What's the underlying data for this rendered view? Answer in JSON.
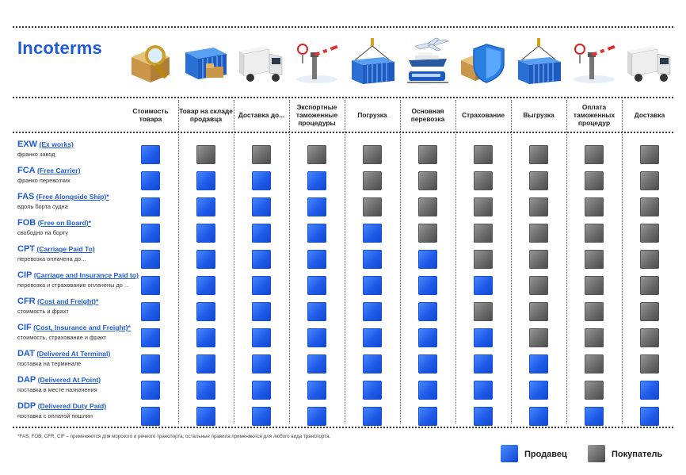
{
  "title": "Incoterms",
  "icons": [
    "box-magnifier-icon",
    "warehouse-pallets-icon",
    "truck-icon",
    "customs-barrier-icon",
    "container-lift-icon",
    "plane-ship-train-icon",
    "box-shield-icon",
    "container-lift-icon",
    "customs-barrier-icon",
    "truck-icon"
  ],
  "columns": [
    "Стоимость товара",
    "Товар на складе продавца",
    "Доставка до...",
    "Экспортные таможенные процедуры",
    "Погрузка",
    "Основная перевозка",
    "Страхование",
    "Выгрузка",
    "Оплата таможенных процедур",
    "Доставка"
  ],
  "rows": [
    {
      "code": "EXW",
      "en": "(Ex works)",
      "ru": "франко завод"
    },
    {
      "code": "FCA",
      "en": "(Free Carrier)",
      "ru": "франко перевозчик"
    },
    {
      "code": "FAS",
      "en": "(Free Alongside Ship)*",
      "ru": "вдоль борта судна"
    },
    {
      "code": "FOB",
      "en": "(Free on Board)*",
      "ru": "свободно на борту"
    },
    {
      "code": "CPT",
      "en": "(Carriage Paid To)",
      "ru": "перевозка оплачена до..."
    },
    {
      "code": "CIP",
      "en": "(Carriage and Insurance Paid to)",
      "ru": "перевозка и страхование оплачены до ..."
    },
    {
      "code": "CFR",
      "en": "(Cost and Freight)*",
      "ru": "стоимость и фрахт"
    },
    {
      "code": "CIF",
      "en": "(Cost, Insurance and Freight)*",
      "ru": "стоимость, страхование и фрахт"
    },
    {
      "code": "DAT",
      "en": "(Delivered At Terminal)",
      "ru": "поставка на терминале"
    },
    {
      "code": "DAP",
      "en": "(Delivered At Point)",
      "ru": "поставка в месте назначения"
    },
    {
      "code": "DDP",
      "en": "(Delivered Duty Paid)",
      "ru": "поставка с оплатой пошлин"
    }
  ],
  "matrix": [
    [
      "S",
      "B",
      "B",
      "B",
      "B",
      "B",
      "B",
      "B",
      "B",
      "B"
    ],
    [
      "S",
      "S",
      "S",
      "S",
      "B",
      "B",
      "B",
      "B",
      "B",
      "B"
    ],
    [
      "S",
      "S",
      "S",
      "S",
      "B",
      "B",
      "B",
      "B",
      "B",
      "B"
    ],
    [
      "S",
      "S",
      "S",
      "S",
      "S",
      "B",
      "B",
      "B",
      "B",
      "B"
    ],
    [
      "S",
      "S",
      "S",
      "S",
      "S",
      "S",
      "B",
      "B",
      "B",
      "B"
    ],
    [
      "S",
      "S",
      "S",
      "S",
      "S",
      "S",
      "S",
      "B",
      "B",
      "B"
    ],
    [
      "S",
      "S",
      "S",
      "S",
      "S",
      "S",
      "B",
      "B",
      "B",
      "B"
    ],
    [
      "S",
      "S",
      "S",
      "S",
      "S",
      "S",
      "S",
      "B",
      "B",
      "B"
    ],
    [
      "S",
      "S",
      "S",
      "S",
      "S",
      "S",
      "S",
      "S",
      "B",
      "B"
    ],
    [
      "S",
      "S",
      "S",
      "S",
      "S",
      "S",
      "S",
      "S",
      "B",
      "S"
    ],
    [
      "S",
      "S",
      "S",
      "S",
      "S",
      "S",
      "S",
      "S",
      "S",
      "S"
    ]
  ],
  "footnote": "*FAS, FOB, CFR, CIF – применяются для морского и речного транспорта, остальные правила применяются для любого вида транспорта.",
  "legend": {
    "seller": "Продавец",
    "buyer": "Покупатель"
  },
  "colors": {
    "seller": "#1f5be8",
    "buyer": "#6e6e6e",
    "title": "#1f5bd6"
  }
}
